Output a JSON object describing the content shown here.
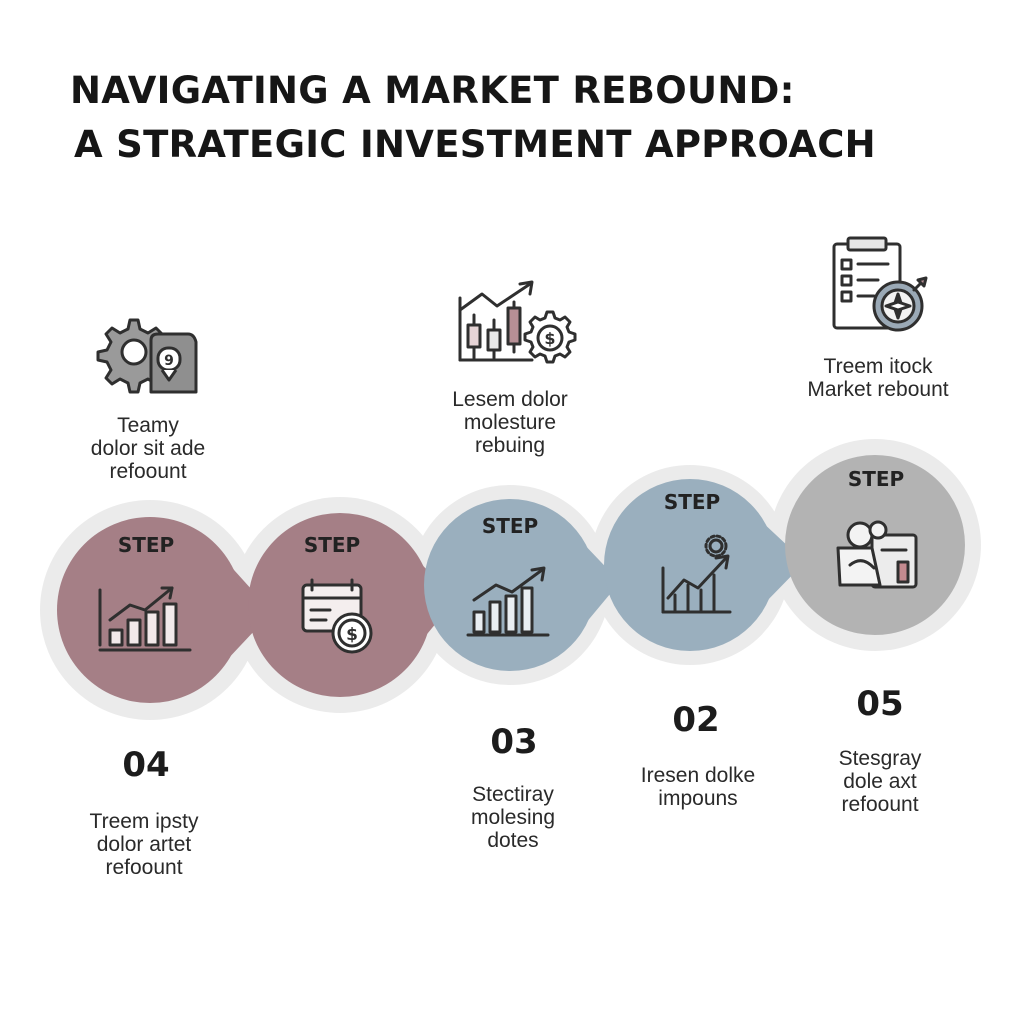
{
  "title": {
    "line1": "NAVIGATING A MARKET REBOUND:",
    "line2": "A STRATEGIC INVESTMENT APPROACH"
  },
  "colors": {
    "maroon": "#a57f86",
    "steel": "#9aafbe",
    "gray": "#b3b3b3",
    "ring": "#e9e9e9",
    "icon_stroke": "#2f2f2f"
  },
  "steps": [
    {
      "label": "STEP",
      "number": "04",
      "caption": [
        "Treem ipsty",
        "dolor artet",
        "refoount"
      ],
      "icon": "bar-chart-growth-icon",
      "color": "maroon"
    },
    {
      "label": "STEP",
      "number": "",
      "caption": [],
      "icon": "calendar-dollar-icon",
      "color": "maroon"
    },
    {
      "label": "STEP",
      "number": "03",
      "caption": [
        "Stectiray",
        "molesing",
        "dotes"
      ],
      "icon": "rising-bars-arrow-icon",
      "color": "steel"
    },
    {
      "label": "STEP",
      "number": "02",
      "caption": [
        "Iresen dolke",
        "impouns"
      ],
      "icon": "gear-trend-chart-icon",
      "color": "steel"
    },
    {
      "label": "STEP",
      "number": "05",
      "caption": [
        "Stesgray",
        "dole axt",
        "refoount"
      ],
      "icon": "portfolio-briefcase-icon",
      "color": "gray"
    }
  ],
  "top_items": [
    {
      "caption": [
        "Teamy",
        "dolor sit ade",
        "refoount"
      ],
      "icon": "gear-shield-icon"
    },
    {
      "caption": [
        "Lesem dolor",
        "molesture",
        "rebuing"
      ],
      "icon": "candlestick-gear-dollar-icon"
    },
    {
      "caption": [
        "Treem itock",
        "Market rebount"
      ],
      "icon": "clipboard-compass-icon"
    }
  ]
}
